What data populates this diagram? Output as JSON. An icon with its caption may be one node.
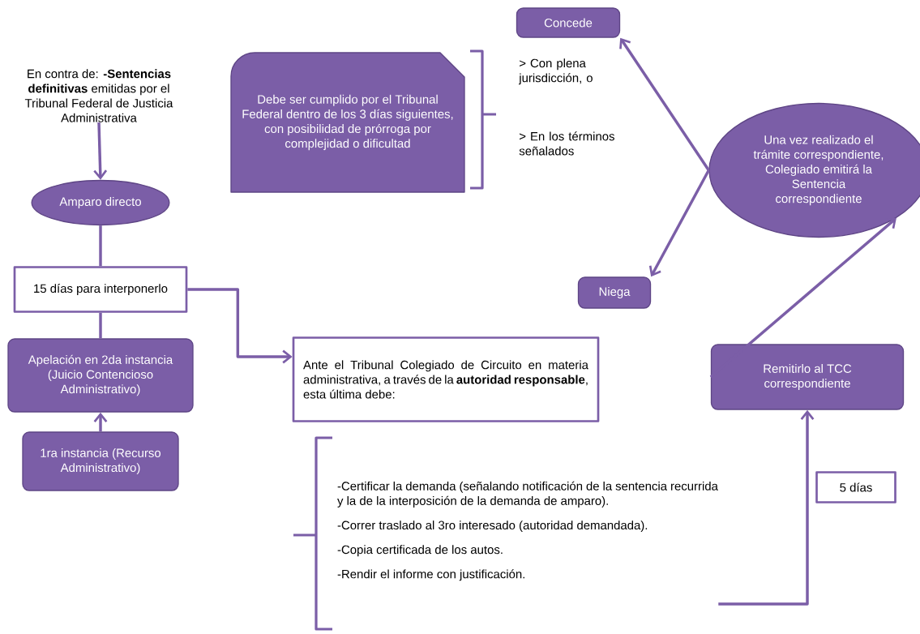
{
  "diagram": {
    "nodes": [
      {
        "text": [
          "En contra de: **-Sentencias definitivas** emitidas por el Tribunal Federal de Justicia Administrativa"
        ]
      },
      {
        "text": [
          "Amparo directo"
        ]
      },
      {
        "text": [
          "15 días para interponerlo"
        ]
      },
      {
        "text": [
          "Apelación en 2da instancia (Juicio Contencioso Administrativo)"
        ]
      },
      {
        "text": [
          "1ra instancia (Recurso Administrativo)"
        ]
      },
      {
        "text": [
          "Ante el Tribunal Colegiado de Circuito en materia administrativa, a través de la **autoridad responsable**, esta última debe:"
        ]
      },
      {
        "text": [
          "-Certificar la demanda (señalando notificación de la sentencia recurrida y la de la interposición de la demanda de amparo).",
          "-Correr traslado al 3ro interesado (autoridad demandada).",
          "-Copia certificada de los autos.",
          "-Rendir el informe con justificación."
        ]
      },
      {
        "text": [
          "Remitirlo al TCC correspondiente"
        ]
      },
      {
        "text": [
          "5 días"
        ]
      },
      {
        "text": [
          "Una vez realizado el trámite correspondiente, Colegiado emitirá la Sentencia correspondiente"
        ]
      },
      {
        "text": [
          "Concede"
        ]
      },
      {
        "text": [
          "Niega"
        ]
      },
      {
        "text": [
          "Debe ser cumplido por el Tribunal Federal dentro de los 3 días siguientes, con posibilidad de prórroga por complejidad o dificultad"
        ]
      }
    ],
    "edges": [
      {
        "from": 0,
        "to": 1,
        "arrow": "to"
      },
      {
        "from": 1,
        "to": 2,
        "arrow": "none"
      },
      {
        "from": 2,
        "to": 3,
        "arrow": "none"
      },
      {
        "from": 4,
        "to": 3,
        "arrow": "to"
      },
      {
        "from": 2,
        "to": 5,
        "arrow": "to"
      },
      {
        "from": 6,
        "to": 7,
        "arrow": "to"
      },
      {
        "from": 7,
        "to": 9,
        "arrow": "to"
      },
      {
        "from": 9,
        "to": 10,
        "arrow": "to"
      },
      {
        "from": 9,
        "to": 11,
        "arrow": "to"
      }
    ],
    "labels": [
      "> Con plena jurisdicción, o",
      "> En los términos señalados"
    ]
  }
}
